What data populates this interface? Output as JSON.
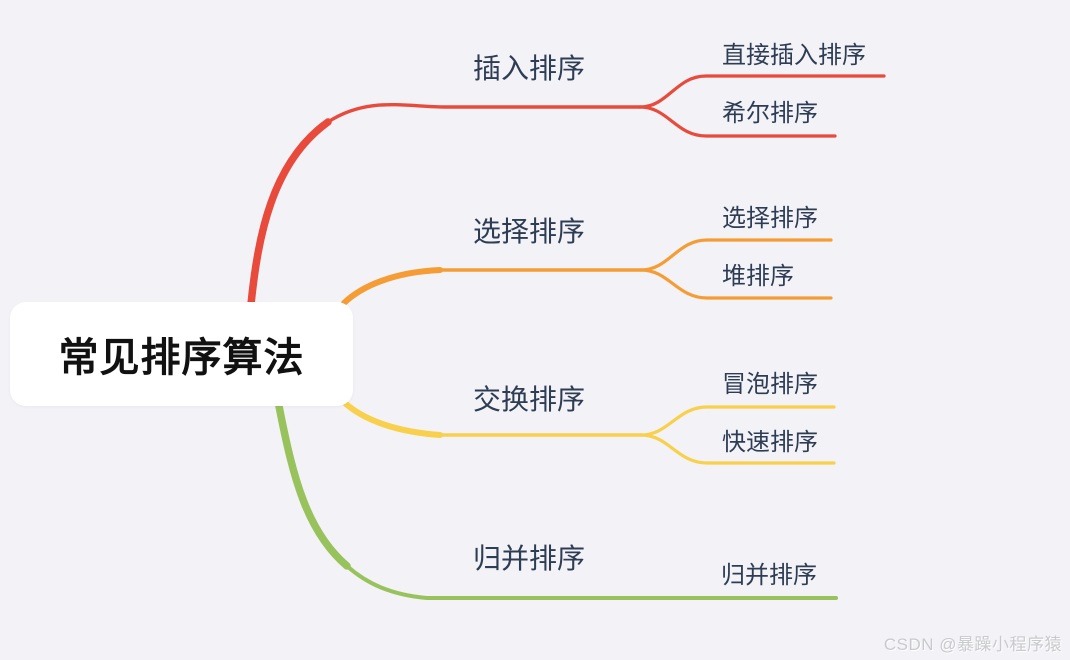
{
  "root": {
    "label": "常见排序算法"
  },
  "branches": [
    {
      "label": "插入排序",
      "color": "#e84a3b",
      "children": [
        {
          "label": "直接插入排序"
        },
        {
          "label": "希尔排序"
        }
      ]
    },
    {
      "label": "选择排序",
      "color": "#f59d34",
      "children": [
        {
          "label": "选择排序"
        },
        {
          "label": "堆排序"
        }
      ]
    },
    {
      "label": "交换排序",
      "color": "#f8d04b",
      "children": [
        {
          "label": "冒泡排序"
        },
        {
          "label": "快速排序"
        }
      ]
    },
    {
      "label": "归并排序",
      "color": "#98c35c",
      "children": [
        {
          "label": "归并排序"
        }
      ]
    }
  ],
  "watermark": {
    "text": "CSDN @暴躁小程序猿"
  },
  "colors": {
    "background": "#f2f2f7",
    "node_background": "#ffffff",
    "topic_text": "#2e3d54",
    "root_text": "#111111",
    "watermark_text": "#c9cacd",
    "branch_red": "#e84a3b",
    "branch_orange": "#f59d34",
    "branch_yellow": "#f8d04b",
    "branch_green": "#98c35c"
  }
}
